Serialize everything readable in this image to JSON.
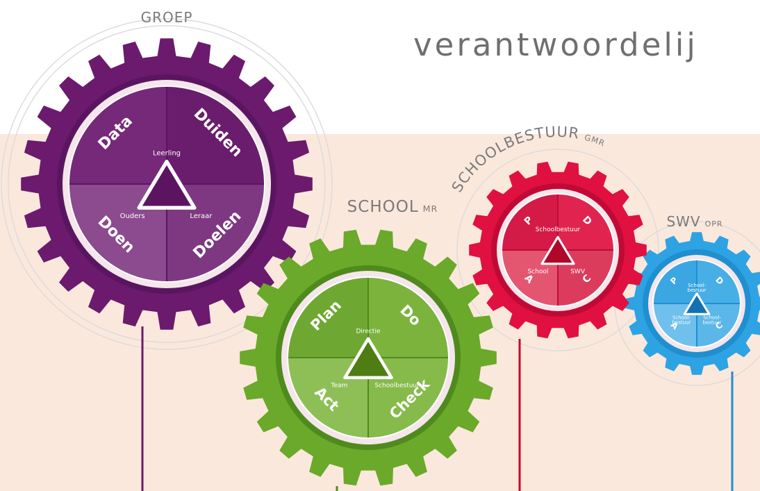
{
  "heading": "verantwoordelij",
  "colors": {
    "background_band": "#fbe8dc",
    "outer_ring": "#dcdcdc",
    "label_gray": "#7a7a7a"
  },
  "gears": [
    {
      "id": "groep",
      "title": "GROEP",
      "title_suffix": "",
      "colors": {
        "gear": "#6b1a6e",
        "dark": "#5a1560",
        "q1": "#762879",
        "q2": "#6a1d6d",
        "q3": "#8c4a8f",
        "q4": "#7e3881",
        "triangle": "#5c1460",
        "line": "#6b1a6e"
      },
      "quadrants": {
        "top_left": "Data",
        "top_right": "Duiden",
        "bottom_left": "Doen",
        "bottom_right": "Doelen"
      },
      "corners": {
        "top": "Leerling",
        "bottom_left": "Ouders",
        "bottom_right": "Leraar"
      }
    },
    {
      "id": "school",
      "title": "SCHOOL",
      "title_suffix": "MR",
      "colors": {
        "gear": "#6aa92a",
        "dark": "#4f8a1d",
        "q1": "#6ea832",
        "q2": "#7bb33d",
        "q3": "#8ebf57",
        "q4": "#86ba4b",
        "triangle": "#4e7d14",
        "line": "#4f8a1d"
      },
      "quadrants": {
        "top_left": "Plan",
        "top_right": "Do",
        "bottom_left": "Act",
        "bottom_right": "Check"
      },
      "corners": {
        "top": "Directie",
        "bottom_left": "Team",
        "bottom_right": "Schoolbestuur"
      }
    },
    {
      "id": "schoolbestuur",
      "title": "SCHOOLBESTUUR",
      "title_suffix": "GMR",
      "colors": {
        "gear": "#e01040",
        "dark": "#c00a35",
        "q1": "#d41a47",
        "q2": "#e0244f",
        "q3": "#e4566f",
        "q4": "#dc3c5c",
        "triangle": "#b00828",
        "line": "#c00a35"
      },
      "quadrants": {
        "top_left": "P",
        "top_right": "D",
        "bottom_left": "A",
        "bottom_right": "C"
      },
      "corners": {
        "top": "Schoolbestuur",
        "bottom_left": "School",
        "bottom_right": "SWV"
      }
    },
    {
      "id": "swv",
      "title": "SWV",
      "title_suffix": "OPR",
      "colors": {
        "gear": "#2ea3e3",
        "dark": "#1f8fd0",
        "q1": "#3aa6e2",
        "q2": "#48afe6",
        "q3": "#6fc0ec",
        "q4": "#5ab7e8",
        "triangle": "#1570b0",
        "line": "#1f8fd0"
      },
      "quadrants": {
        "top_left": "P",
        "top_right": "D",
        "bottom_left": "A",
        "bottom_right": "C"
      },
      "corners": {
        "top": "School-\nbestuur",
        "bottom_left": "School-\nbestuur",
        "bottom_right": "School-\nbestuur"
      }
    }
  ]
}
